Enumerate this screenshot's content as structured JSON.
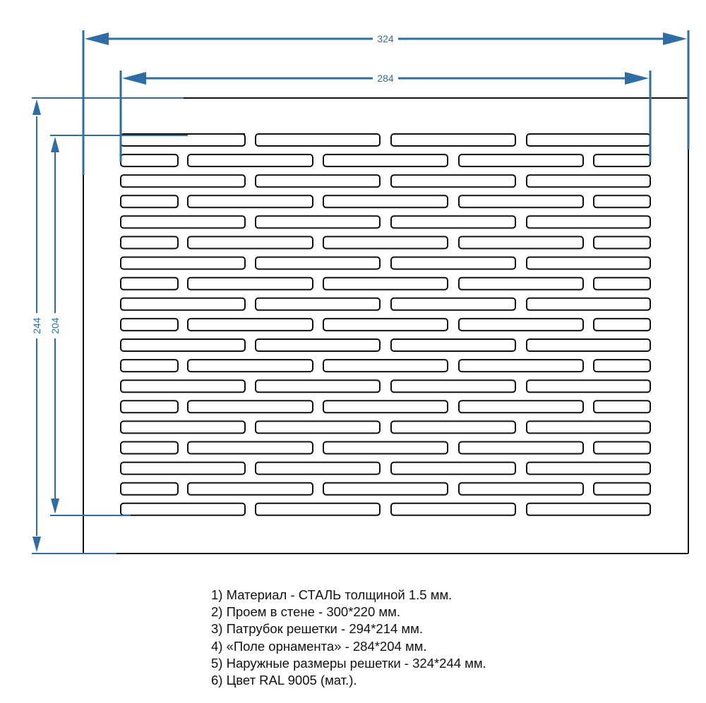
{
  "drawing": {
    "dimensions": {
      "outer_width": "324",
      "field_width": "284",
      "outer_height": "244",
      "field_height": "204"
    },
    "colors": {
      "dimension": "#2f6ea5",
      "outline": "#111111"
    },
    "slot_pattern": {
      "rows": 19,
      "long_row_slots": 4,
      "short_row_slots": 5
    }
  },
  "notes": [
    "1) Материал - СТАЛЬ толщиной 1.5 мм.",
    "2) Проем в стене - 300*220 мм.",
    "3) Патрубок решетки - 294*214 мм.",
    "4) «Поле орнамента» - 284*204 мм.",
    "5) Наружные размеры решетки - 324*244 мм.",
    "6) Цвет RAL 9005 (мат.)."
  ]
}
